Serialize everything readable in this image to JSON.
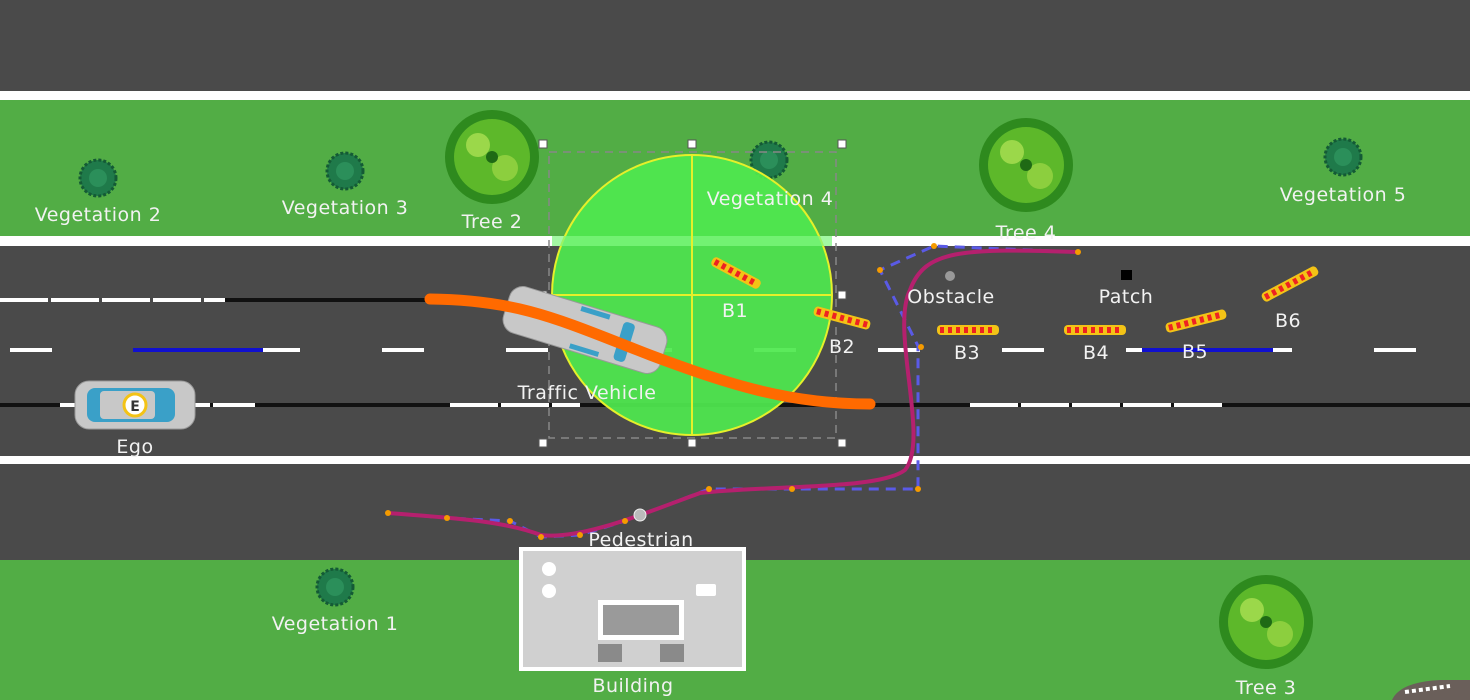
{
  "scene": {
    "colors": {
      "road": "#4a4a4a",
      "grass": "#52ad45",
      "lane_white": "#ffffff",
      "lane_blue": "#1010d0",
      "trajectory_orange": "#ff6a00",
      "pedestrian_path": "#b5206e",
      "path_dashed": "#5a5ae6",
      "sensor_coverage": "#4fe84f",
      "waypoint": "#f59b00"
    },
    "labels": {
      "vegetation_1": "Vegetation 1",
      "vegetation_2": "Vegetation 2",
      "vegetation_3": "Vegetation 3",
      "vegetation_4": "Vegetation 4",
      "vegetation_5": "Vegetation 5",
      "tree_2": "Tree 2",
      "tree_3": "Tree 3",
      "tree_4": "Tree 4",
      "traffic_vehicle": "Traffic Vehicle",
      "ego": "Ego",
      "ego_badge": "E",
      "obstacle": "Obstacle",
      "patch": "Patch",
      "pedestrian": "Pedestrian",
      "building": "Building",
      "b1": "B1",
      "b2": "B2",
      "b3": "B3",
      "b4": "B4",
      "b5": "B5",
      "b6": "B6"
    }
  }
}
